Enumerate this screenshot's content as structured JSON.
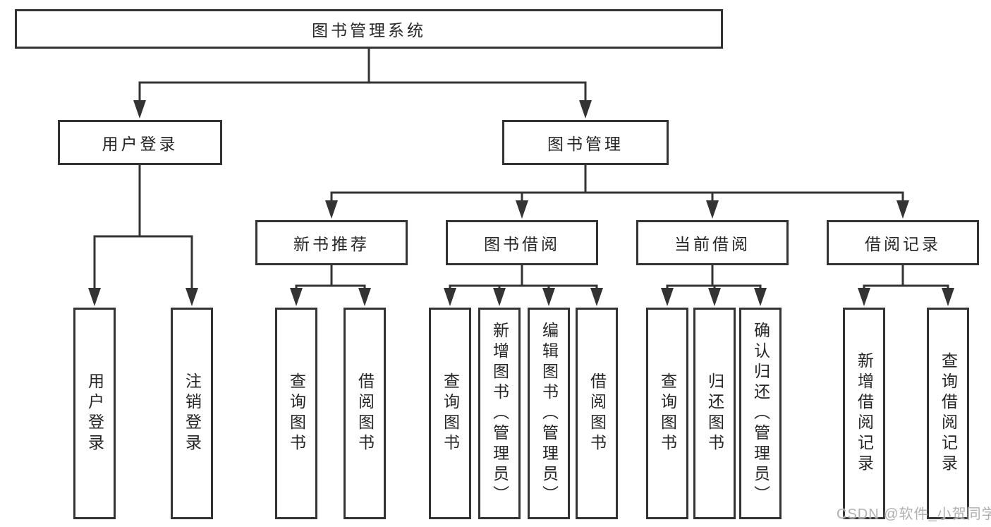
{
  "diagram": {
    "title": "图书管理系统",
    "nodes": {
      "root": {
        "label": "图书管理系统"
      },
      "user_login": {
        "label": "用户登录"
      },
      "book_mgmt": {
        "label": "图书管理"
      },
      "new_book_rec": {
        "label": "新书推荐"
      },
      "book_borrow": {
        "label": "图书借阅"
      },
      "current_borrow": {
        "label": "当前借阅"
      },
      "borrow_records": {
        "label": "借阅记录"
      },
      "leaf_user_login": {
        "label": "用户登录"
      },
      "leaf_logout": {
        "label": "注销登录"
      },
      "leaf_rec_query_book": {
        "label": "查询图书"
      },
      "leaf_rec_borrow_book": {
        "label": "借阅图书"
      },
      "leaf_bor_query_book": {
        "label": "查询图书"
      },
      "leaf_bor_add_book": {
        "label": "新增图书（管理员）"
      },
      "leaf_bor_edit_book": {
        "label": "编辑图书（管理员）"
      },
      "leaf_bor_borrow_book": {
        "label": "借阅图书"
      },
      "leaf_cur_query_book": {
        "label": "查询图书"
      },
      "leaf_cur_return_book": {
        "label": "归还图书"
      },
      "leaf_cur_confirm_return": {
        "label": "确认归还（管理员）"
      },
      "leaf_log_add_record": {
        "label": "新增借阅记录"
      },
      "leaf_log_query_record": {
        "label": "查询借阅记录"
      }
    },
    "colors": {
      "line": "#333333",
      "text": "#262626",
      "background": "#ffffff"
    }
  },
  "watermark": {
    "text": "CSDN @软件_小贺同学",
    "color": "#b0b0b0"
  }
}
